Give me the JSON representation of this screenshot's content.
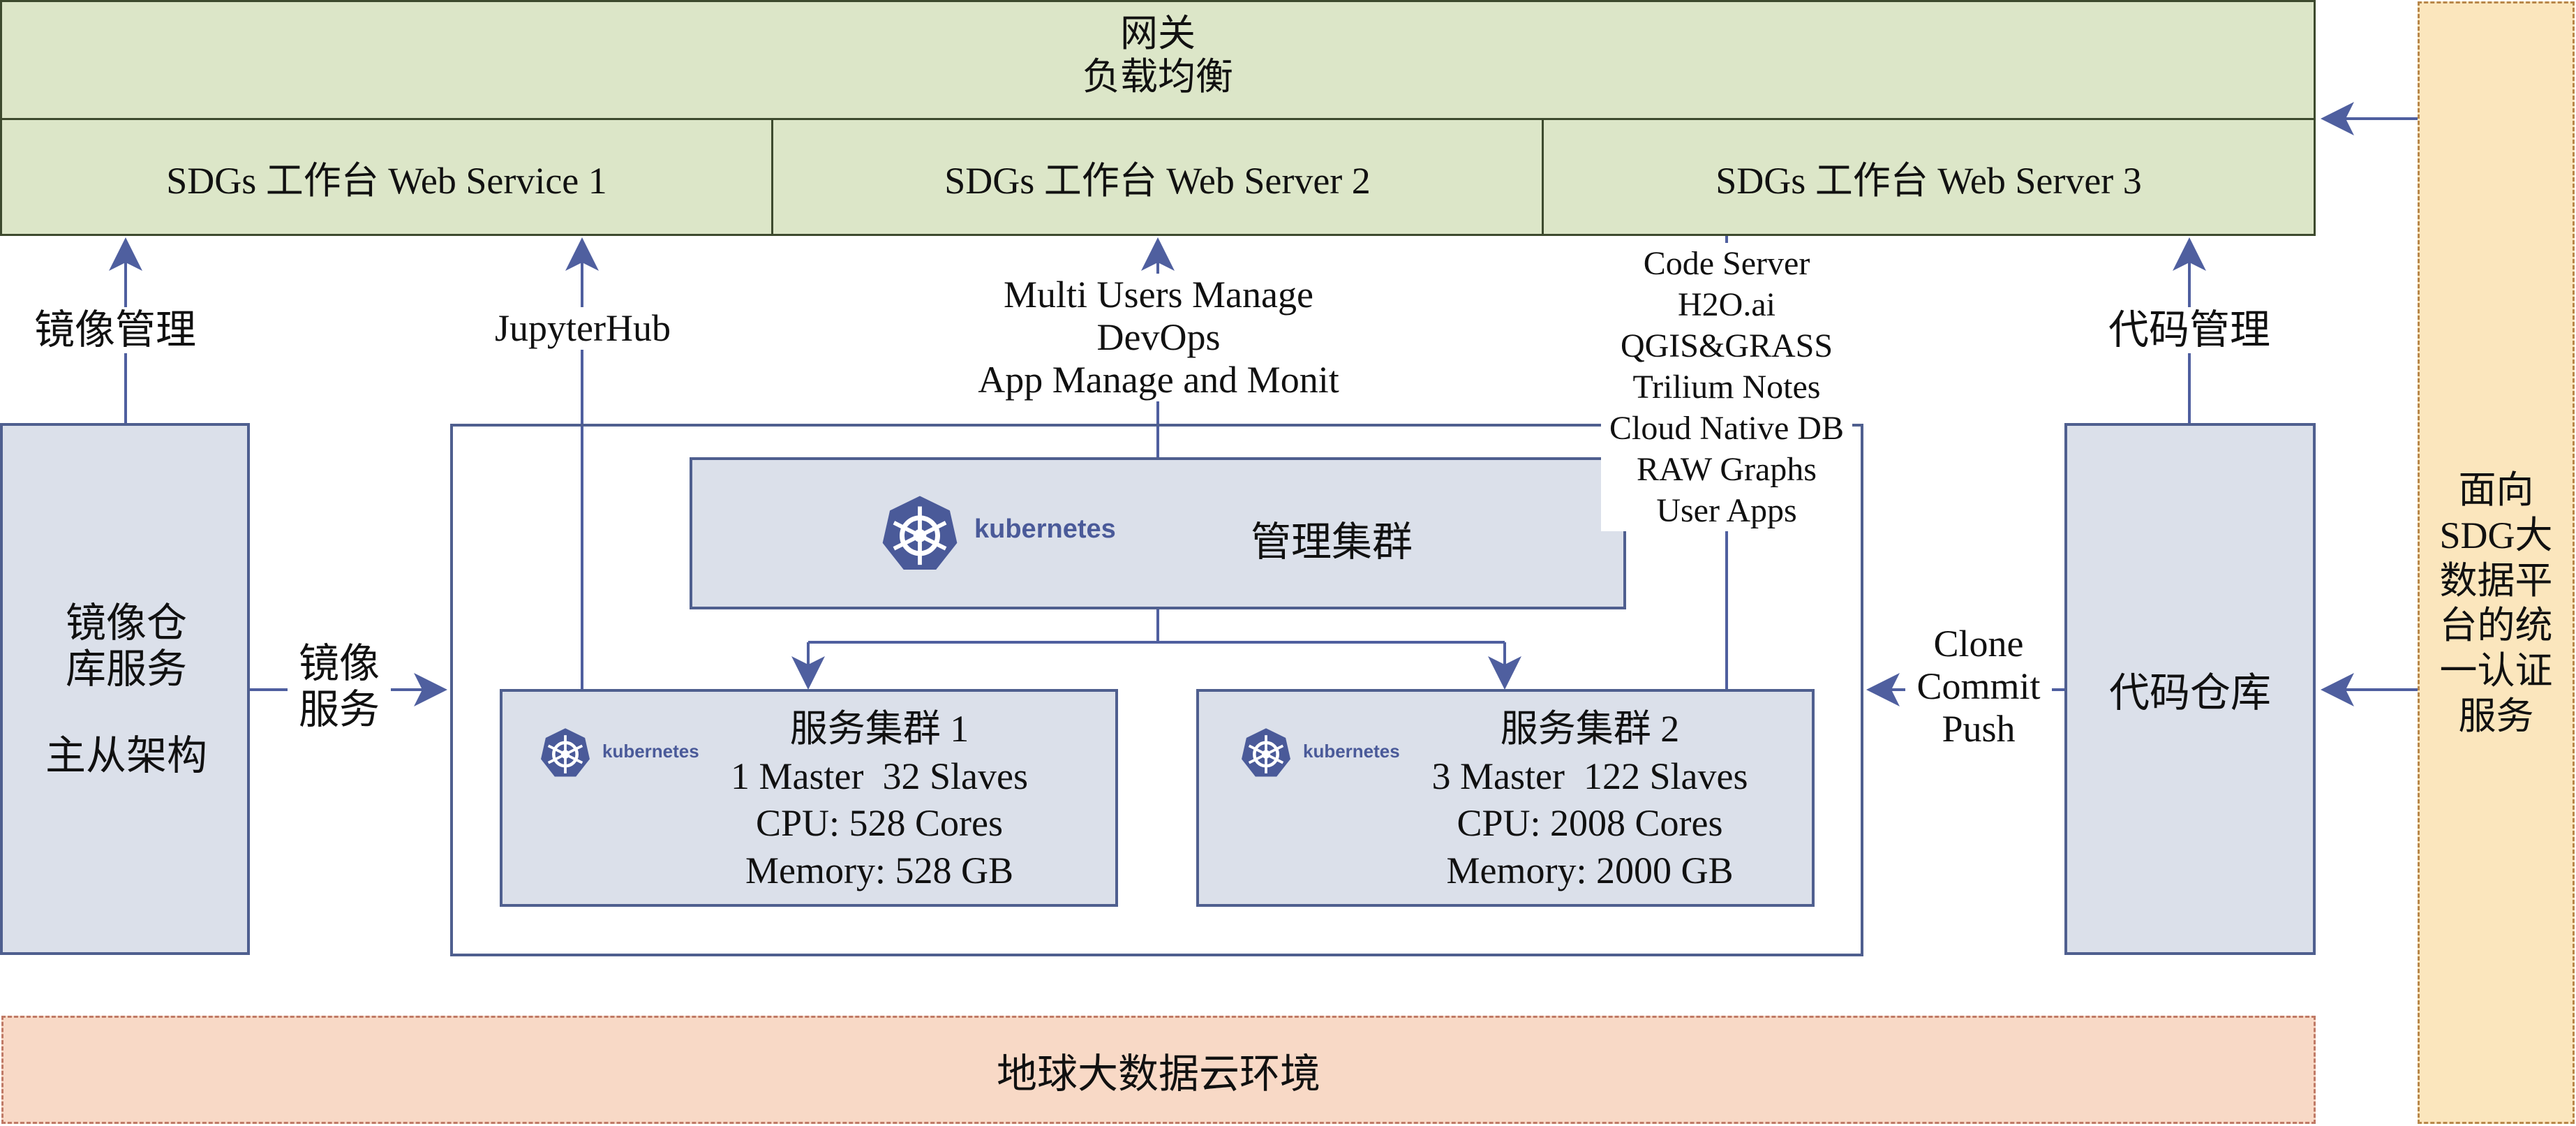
{
  "gateway": {
    "title_line1": "网关",
    "title_line2": "负载均衡",
    "servers": [
      "SDGs 工作台 Web Service 1",
      "SDGs 工作台 Web Server 2",
      "SDGs 工作台 Web Server 3"
    ]
  },
  "labels": {
    "image_mgmt": "镜像管理",
    "jupyterhub": "JupyterHub",
    "platform_services": "Multi Users Manage\nDevOps\nApp Manage and Monit",
    "apps": "Code Server\nH2O.ai\nQGIS&GRASS\nTrilium Notes\nCloud Native DB\nRAW Graphs\nUser Apps",
    "code_mgmt": "代码管理",
    "image_service": "镜像\n服务",
    "git_ops": "Clone\nCommit\nPush"
  },
  "image_repo": {
    "line1": "镜像仓\n库服务",
    "line2": "主从架构"
  },
  "code_repo": {
    "label": "代码仓库"
  },
  "auth": {
    "label": "面向\nSDG大\n数据平\n台的统\n一认证\n服务"
  },
  "mgmt_cluster": {
    "label": "管理集群",
    "logo_text": "kubernetes"
  },
  "service_cluster_1": {
    "logo_text": "kubernetes",
    "details": "服务集群 1\n1 Master  32 Slaves\nCPU: 528 Cores\nMemory: 528 GB"
  },
  "service_cluster_2": {
    "logo_text": "kubernetes",
    "details": "服务集群 2\n3 Master  122 Slaves\nCPU: 2008 Cores\nMemory: 2000 GB"
  },
  "cloud_env": {
    "label": "地球大数据云环境"
  },
  "colors": {
    "gateway_fill": "#dce6c8",
    "cluster_fill": "#dbe0ea",
    "arrow": "#4f5f9f",
    "cloud_fill": "#f8d9c6",
    "auth_fill": "#fbe6bd",
    "k8s_logo": "#4a5a99"
  },
  "icons": [
    "kubernetes-logo-icon",
    "arrow-icon"
  ]
}
